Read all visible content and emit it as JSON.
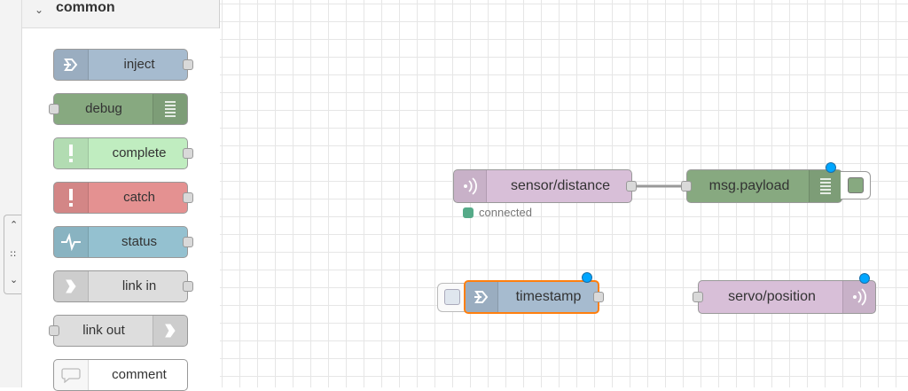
{
  "palette": {
    "category": "common",
    "nodes": [
      {
        "label": "inject",
        "color": "#a6bbcf",
        "icon": "inject-arrow-icon"
      },
      {
        "label": "debug",
        "color": "#87a980",
        "icon": "debug-list-icon"
      },
      {
        "label": "complete",
        "color": "#c0edc0",
        "icon": "exclamation-icon"
      },
      {
        "label": "catch",
        "color": "#e49191",
        "icon": "exclamation-icon"
      },
      {
        "label": "status",
        "color": "#94c1d0",
        "icon": "pulse-icon"
      },
      {
        "label": "link in",
        "color": "#dddddd",
        "icon": "link-in-icon"
      },
      {
        "label": "link out",
        "color": "#dddddd",
        "icon": "link-out-icon"
      },
      {
        "label": "comment",
        "color": "#ffffff",
        "icon": "comment-bubble-icon"
      }
    ]
  },
  "flow": {
    "nodes": [
      {
        "label": "sensor/distance",
        "color": "#d8bfd8",
        "icon": "mqtt-wave-icon",
        "status": "connected",
        "status_color": "#55aa88"
      },
      {
        "label": "msg.payload",
        "color": "#87a980",
        "icon": "debug-list-icon"
      },
      {
        "label": "timestamp",
        "color": "#a6bbcf",
        "icon": "inject-arrow-icon",
        "selected_color": "#ff7f0e"
      },
      {
        "label": "servo/position",
        "color": "#d8bfd8",
        "icon": "mqtt-wave-icon"
      }
    ],
    "changed_color": "#00a6ff"
  }
}
